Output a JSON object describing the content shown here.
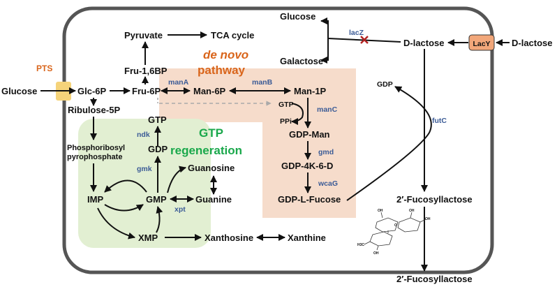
{
  "colors": {
    "cell_border": "#555555",
    "denovo_region": "#f6dccb",
    "gtp_region": "#e2efd2",
    "pts_box": "#f5d37a",
    "lacy_box": "#f2a77a",
    "enzyme_text": "#3b5b96",
    "denovo_title": "#d9651b",
    "gtp_title": "#1aa84b",
    "dashed_arrow": "#aaaaaa",
    "block_mark": "#b22222"
  },
  "labels": {
    "pts": "PTS",
    "lacy": "LacY",
    "denovo_line1": "de novo",
    "denovo_line2": "pathway",
    "gtp_regen_line1": "GTP",
    "gtp_regen_line2": "regeneration"
  },
  "metabolites": {
    "glucose_out": "Glucose",
    "glc6p": "Glc-6P",
    "ribulose5p": "Ribulose-5P",
    "prpp_line1": "Phosphoribosyl",
    "prpp_line2": "pyrophosphate",
    "fru6p": "Fru-6P",
    "fru16bp": "Fru-1,6BP",
    "pyruvate": "Pyruvate",
    "tca": "TCA cycle",
    "man6p": "Man-6P",
    "man1p": "Man-1P",
    "gtp_man": "GTP",
    "ppi": "PPi",
    "gdp_man": "GDP-Man",
    "gdp4k6d": "GDP-4K-6-D",
    "gdp_fucose": "GDP-L-Fucose",
    "gtp": "GTP",
    "gdp": "GDP",
    "imp": "IMP",
    "gmp": "GMP",
    "xmp": "XMP",
    "guanosine": "Guanosine",
    "guanine": "Guanine",
    "xanthosine": "Xanthosine",
    "xanthine": "Xanthine",
    "glucose_in": "Glucose",
    "galactose": "Galactose",
    "dlactose_in": "D-lactose",
    "dlactose_out": "D-lactose",
    "gdp_release": "GDP",
    "fucosyllactose_in": "2′-Fucosyllactose",
    "fucosyllactose_out": "2′-Fucosyllactose"
  },
  "enzymes": {
    "manA": "manA",
    "manB": "manB",
    "manC": "manC",
    "gmd": "gmd",
    "wcaG": "wcaG",
    "ndk": "ndk",
    "gmk": "gmk",
    "xpt": "xpt",
    "lacZ": "lacZ",
    "futC": "futC"
  },
  "structure_atoms": {
    "oh": "OH",
    "o": "O",
    "ch3": "H3C"
  }
}
